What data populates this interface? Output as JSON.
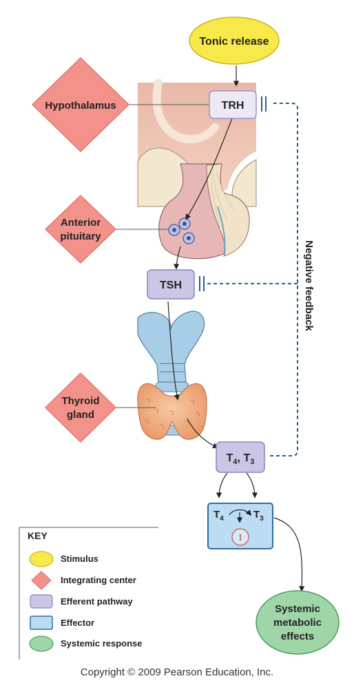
{
  "stimulus": {
    "label": "Tonic release"
  },
  "integrating_centers": {
    "hypothalamus": [
      "Hypothalamus"
    ],
    "anterior_pituitary": [
      "Anterior",
      "pituitary"
    ],
    "thyroid_gland": [
      "Thyroid",
      "gland"
    ]
  },
  "hormones": {
    "trh": "TRH",
    "tsh": "TSH",
    "t4t3": {
      "t": "T",
      "sub4": "4",
      "sep": ", T",
      "sub3": "3"
    }
  },
  "effector": {
    "t": "T",
    "sub4": "4",
    "sub3": "3",
    "iodine": "I"
  },
  "response": [
    "Systemic",
    "metabolic",
    "effects"
  ],
  "feedback_label": "Negative feedback",
  "key": {
    "title": "KEY",
    "items": [
      {
        "label": "Stimulus",
        "shape": "ellipse",
        "color": "#f8e94a"
      },
      {
        "label": "Integrating center",
        "shape": "diamond",
        "color": "#f3928a"
      },
      {
        "label": "Efferent pathway",
        "shape": "rounded-rect",
        "color": "#cbc6e6"
      },
      {
        "label": "Effector",
        "shape": "rect",
        "color": "#bcdcf3"
      },
      {
        "label": "Systemic response",
        "shape": "ellipse",
        "color": "#9fd6a8"
      }
    ]
  },
  "copyright": "Copyright © 2009 Pearson Education, Inc.",
  "colors": {
    "stimulus": "#f8e94a",
    "integrating": "#f3928a",
    "efferent": "#cbc6e6",
    "effector": "#bcdcf3",
    "response": "#9fd6a8",
    "feedback": "#1f5f8b"
  }
}
